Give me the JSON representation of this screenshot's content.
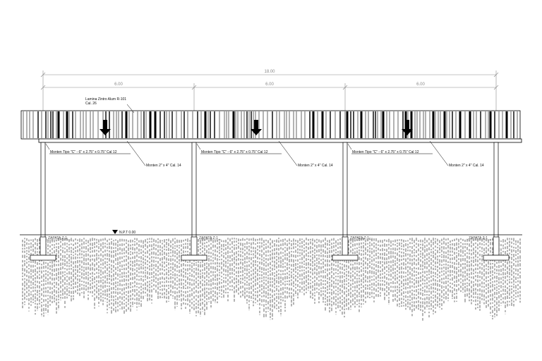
{
  "dimensions": {
    "total": "18.00",
    "bays": [
      "6.00",
      "6.00",
      "6.00"
    ]
  },
  "roof_label": {
    "line1": "Lamina Zintro Alum R-101",
    "line2": "Cal. 26"
  },
  "purlin_labels": [
    "Monten Tipo \"C\" - 6\" x 2.75\" x 0.75\" Cal 12",
    "Monten Tipo \"C\" - 6\" x 2.75\" x 0.75\" Cal 12",
    "Monten Tipo \"C\" - 6\" x 2.75\" x 0.75\" Cal 12"
  ],
  "beam_labels": [
    "Monten 2\" x 4\" Cal. 14",
    "Monten 2\" x 4\" Cal. 14",
    "Monten 2\" x 4\" Cal. 14"
  ],
  "level_label": "N.P.T 0.00",
  "footing_labels": [
    "ZAPATA Z-1",
    "ZAPATA Z-1",
    "ZAPATA Z-1",
    "ZAPATA Z-1"
  ]
}
